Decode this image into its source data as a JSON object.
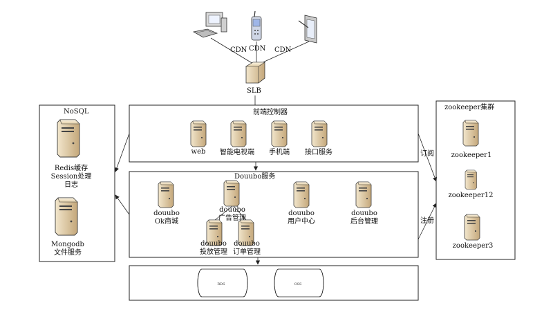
{
  "cdn_labels": [
    "CDN",
    "CDN",
    "CDN"
  ],
  "slb_label": "SLB",
  "frontend": {
    "title": "前端控制器",
    "items": [
      "web",
      "智能电视端",
      "手机端",
      "接口服务"
    ]
  },
  "douubo": {
    "title": "Douubo服务",
    "items": [
      [
        "douubo",
        "Ok商城"
      ],
      [
        "douubo",
        "广告管理"
      ],
      [
        "douubo",
        "用户中心"
      ],
      [
        "douubo",
        "后台管理"
      ],
      [
        "douubo",
        "投放管理"
      ],
      [
        "douubo",
        "订单管理"
      ]
    ]
  },
  "nosql": {
    "title": "NoSQL",
    "redis_lines": [
      "Redis缓存",
      "Session处理",
      "日志"
    ],
    "mongodb_lines": [
      "Mongodb",
      "文件服务"
    ]
  },
  "zookeeper": {
    "title": "zookeeper集群",
    "nodes": [
      "zookeeper1",
      "zookeeper12",
      "zookeeper3"
    ]
  },
  "subscribe_label": "订阅",
  "register_label": "注册",
  "storage": [
    "RDS",
    "OSS"
  ],
  "colors": {
    "server_fill": "#e8d8b8",
    "server_shade": "#b89c70",
    "line": "#222222"
  }
}
